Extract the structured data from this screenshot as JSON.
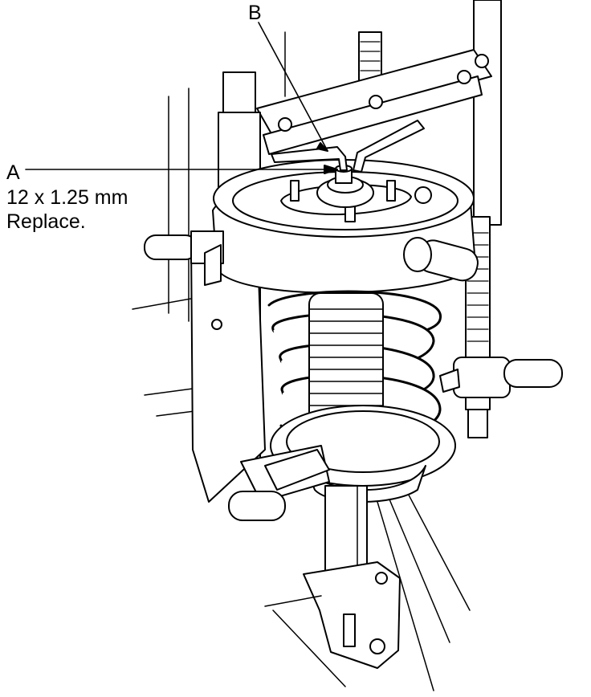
{
  "diagram": {
    "callouts": [
      {
        "letter": "A",
        "spec": "12 x 1.25 mm",
        "note": "Replace."
      },
      {
        "letter": "B"
      }
    ],
    "colors": {
      "line": "#000000",
      "fill": "#ffffff",
      "background": "#ffffff"
    }
  }
}
